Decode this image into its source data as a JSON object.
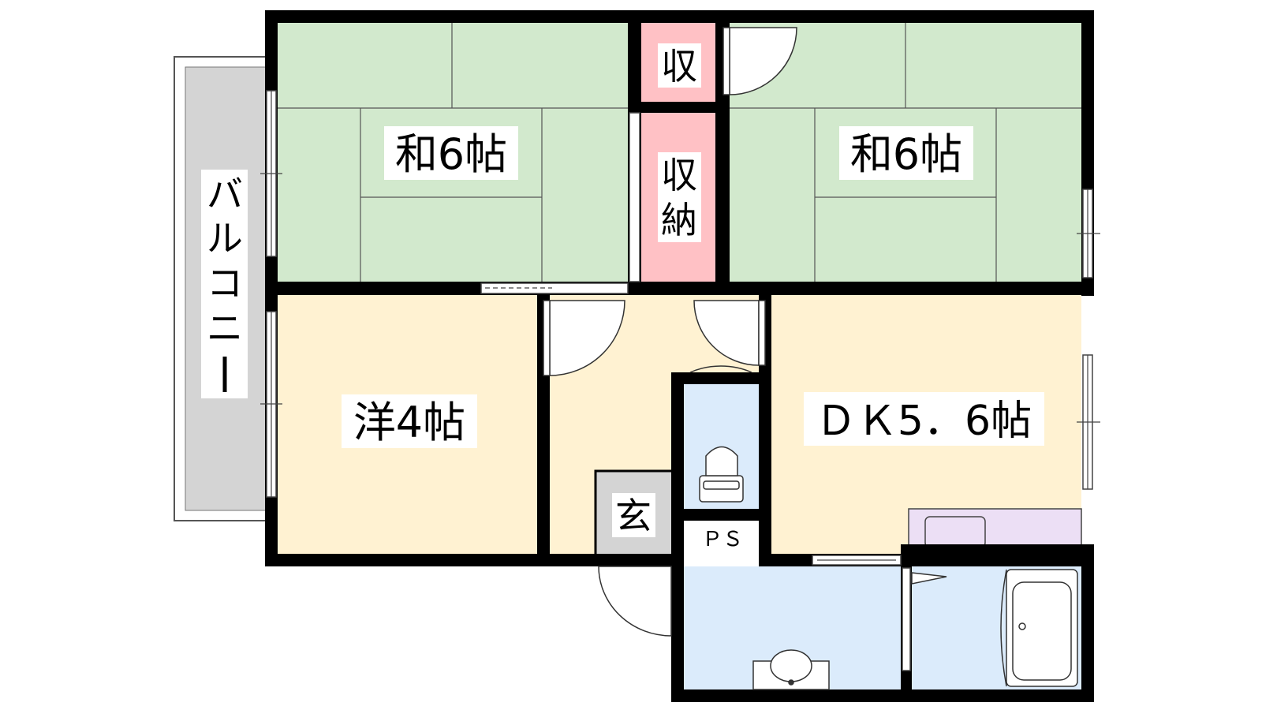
{
  "floorplan": {
    "rooms": {
      "washitsu_left": "和6帖",
      "washitsu_right": "和6帖",
      "yoshitsu": "洋4帖",
      "dk": "ＤＫ5．6帖",
      "entrance": "玄",
      "pipe_space": "ＰＳ"
    },
    "storage": {
      "small_top": "収",
      "closet_line1": "収",
      "closet_line2": "納"
    },
    "balcony": [
      "バ",
      "ル",
      "コ",
      "ニ",
      "ー"
    ]
  },
  "colors": {
    "tatami": "#d2e9cd",
    "western_floor": "#fff2d2",
    "storage": "#ffc1c5",
    "wet_area": "#dbebfb",
    "entrance": "#d4d4d4",
    "balcony": "#d4d4d4",
    "kitchen_counter": "#ecdff5",
    "wall": "#000000"
  }
}
